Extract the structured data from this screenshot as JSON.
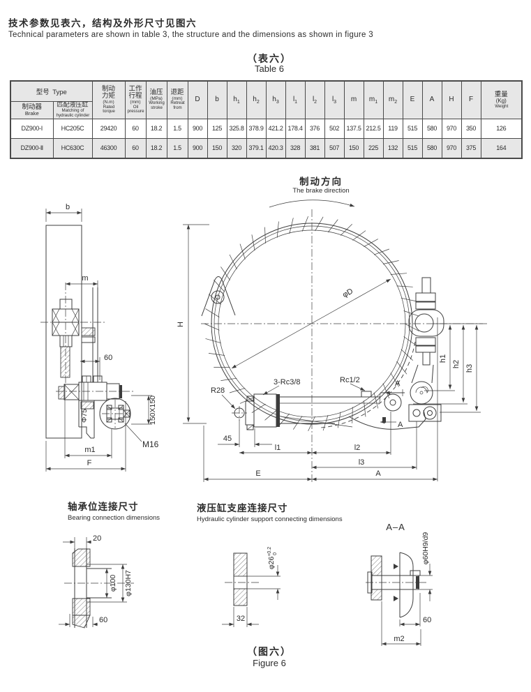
{
  "page": {
    "header_zh": "技术参数见表六，结构及外形尺寸见图六",
    "header_en": "Technical parameters are shown in table 3, the structure and the dimensions as shown in figure 3",
    "table_title_zh": "（表六）",
    "table_title_en": "Table 6",
    "figure_caption_zh": "（图六）",
    "figure_caption_en": "Figure 6"
  },
  "table": {
    "group_type": {
      "zh": "型号",
      "en": "Type"
    },
    "col_brake": {
      "zh": "制动器",
      "en": "Brake"
    },
    "col_cylinder": {
      "zh": "匹配液压缸",
      "en1": "Matching of",
      "en2": "hydraulic cylinder"
    },
    "col_torque": {
      "zh1": "制动",
      "zh2": "力矩",
      "unit": "(N.m)",
      "en1": "Rated",
      "en2": "torque"
    },
    "col_stroke": {
      "zh1": "工作",
      "zh2": "行程",
      "unit": "(mm)",
      "en1": "Oil",
      "en2": "pressure"
    },
    "col_oil": {
      "zh": "油压",
      "unit": "(MPa)",
      "en1": "Working",
      "en2": "stroke"
    },
    "col_retreat": {
      "zh": "退距",
      "unit": "(mm)",
      "en1": "Retreat",
      "en2": "from"
    },
    "letter_cols": [
      {
        "l": "D",
        "s": ""
      },
      {
        "l": "b",
        "s": ""
      },
      {
        "l": "h",
        "s": "1"
      },
      {
        "l": "h",
        "s": "2"
      },
      {
        "l": "h",
        "s": "3"
      },
      {
        "l": "l",
        "s": "1"
      },
      {
        "l": "l",
        "s": "2"
      },
      {
        "l": "l",
        "s": "3"
      },
      {
        "l": "m",
        "s": ""
      },
      {
        "l": "m",
        "s": "1"
      },
      {
        "l": "m",
        "s": "2"
      },
      {
        "l": "E",
        "s": ""
      },
      {
        "l": "A",
        "s": ""
      },
      {
        "l": "H",
        "s": ""
      },
      {
        "l": "F",
        "s": ""
      }
    ],
    "col_weight": {
      "zh": "重量",
      "unit": "(Kg)",
      "en": "Weight"
    },
    "rows": [
      {
        "cells": [
          "DZ900-I",
          "HC205C",
          "29420",
          "60",
          "18.2",
          "1.5",
          "900",
          "125",
          "325.8",
          "378.9",
          "421.2",
          "178.4",
          "376",
          "502",
          "137.5",
          "212.5",
          "119",
          "515",
          "580",
          "970",
          "350",
          "126"
        ]
      },
      {
        "cells": [
          "DZ900-Ⅱ",
          "HC630C",
          "46300",
          "60",
          "18.2",
          "1.5",
          "900",
          "150",
          "320",
          "379.1",
          "420.3",
          "328",
          "381",
          "507",
          "150",
          "225",
          "132",
          "515",
          "580",
          "970",
          "375",
          "164"
        ]
      }
    ]
  },
  "figure": {
    "direction": {
      "zh": "制动方向",
      "en": "The brake direction"
    },
    "left": {
      "b": "b",
      "m": "m",
      "d60": "60",
      "phi75": "Φ75",
      "plate": "150X150",
      "m16": "M16",
      "m1": "m1",
      "F": "F"
    },
    "main": {
      "H": "H",
      "phiD": "φD",
      "h1": "h1",
      "h2": "h2",
      "h3": "h3",
      "R28": "R28",
      "rc38": "3-Rc3/8",
      "rc12": "Rc1/2",
      "secA": "A",
      "d45": "45",
      "l1": "l1",
      "l2": "l2",
      "l3": "l3",
      "E": "E",
      "A": "A"
    },
    "bearing": {
      "title_zh": "轴承位连接尺寸",
      "title_en": "Bearing connection dimensions",
      "d20": "20",
      "phi100": "φ100",
      "phi130": "φ130H7",
      "d60": "60"
    },
    "support": {
      "title_zh": "液压缸支座连接尺寸",
      "title_en": "Hydraulic cylinder support connecting dimensions",
      "bore": "φ26",
      "tol_sup": "+0.2",
      "tol_sub": "0",
      "d32": "32"
    },
    "section": {
      "title": "A–A",
      "shaft": "φ60H9/d9",
      "d60": "60",
      "m2": "m2"
    }
  }
}
